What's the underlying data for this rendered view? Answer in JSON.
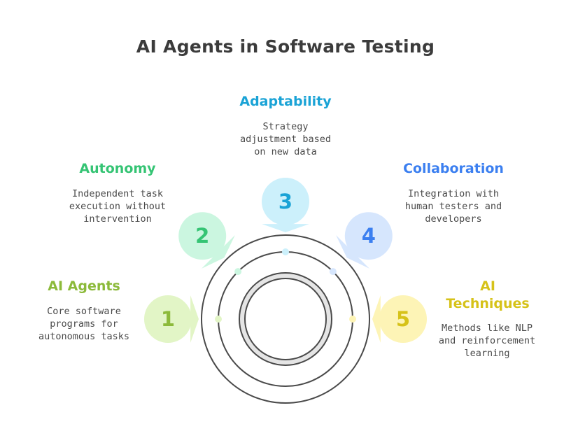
{
  "title": "AI Agents in Software Testing",
  "items": [
    {
      "number": "1",
      "heading": "AI Agents",
      "description": "Core software programs for autonomous tasks",
      "heading_color": "#8cba3a",
      "bubble_color": "#e2f5c6",
      "number_color": "#8cba3a"
    },
    {
      "number": "2",
      "heading": "Autonomy",
      "description": "Independent task execution without intervention",
      "heading_color": "#35c474",
      "bubble_color": "#cbf6e0",
      "number_color": "#35c474"
    },
    {
      "number": "3",
      "heading": "Adaptability",
      "description": "Strategy adjustment based on new data",
      "heading_color": "#1aa3d6",
      "bubble_color": "#ccf0fb",
      "number_color": "#1aa3d6"
    },
    {
      "number": "4",
      "heading": "Collaboration",
      "description": "Integration with human testers and developers",
      "heading_color": "#3b7ff0",
      "bubble_color": "#d6e6fd",
      "number_color": "#3b7ff0"
    },
    {
      "number": "5",
      "heading": "AI Techniques",
      "description": "Methods like NLP and reinforcement learning",
      "heading_color": "#d6c219",
      "bubble_color": "#fdf4b6",
      "number_color": "#d6c219"
    }
  ]
}
